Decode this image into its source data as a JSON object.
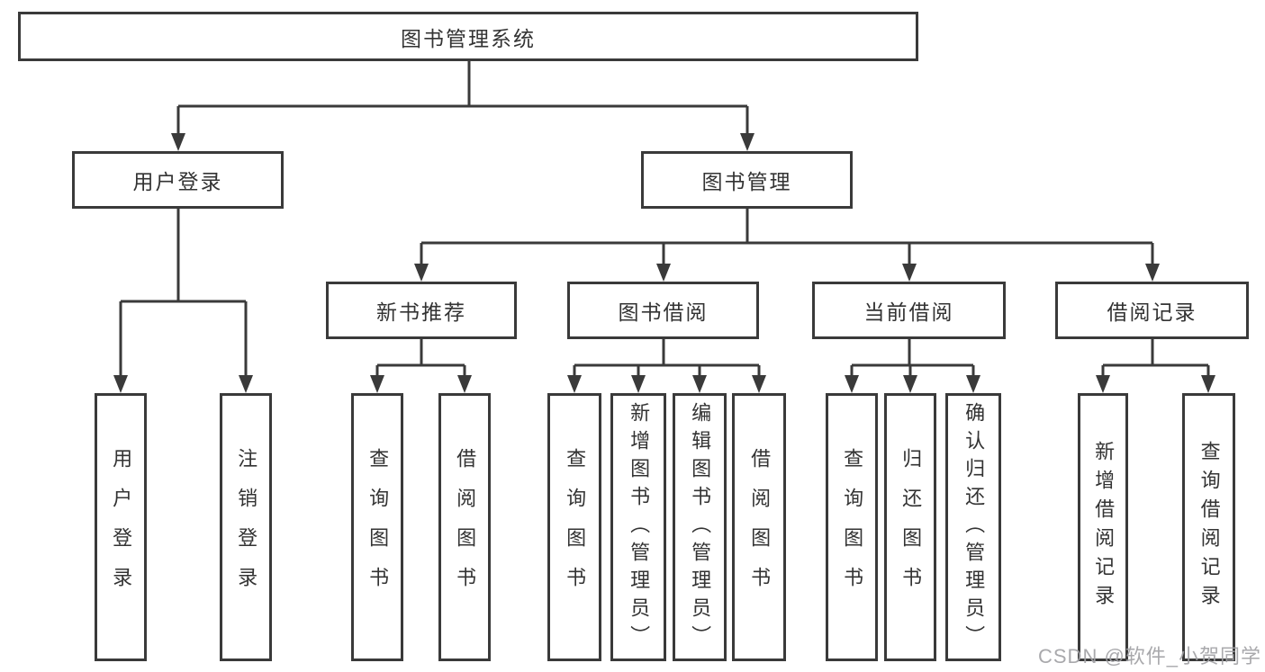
{
  "diagram": {
    "root": {
      "label": "图书管理系统"
    },
    "branches": [
      {
        "label": "用户登录",
        "children": [
          {
            "label": "用户登录"
          },
          {
            "label": "注销登录"
          }
        ]
      },
      {
        "label": "图书管理",
        "children": [
          {
            "label": "新书推荐",
            "children": [
              {
                "label": "查询图书"
              },
              {
                "label": "借阅图书"
              }
            ]
          },
          {
            "label": "图书借阅",
            "children": [
              {
                "label": "查询图书"
              },
              {
                "label": "新增图书（管理员）"
              },
              {
                "label": "编辑图书（管理员）"
              },
              {
                "label": "借阅图书"
              }
            ]
          },
          {
            "label": "当前借阅",
            "children": [
              {
                "label": "查询图书"
              },
              {
                "label": "归还图书"
              },
              {
                "label": "确认归还（管理员）"
              }
            ]
          },
          {
            "label": "借阅记录",
            "children": [
              {
                "label": "新增借阅记录"
              },
              {
                "label": "查询借阅记录"
              }
            ]
          }
        ]
      }
    ],
    "watermark": "CSDN @软件_小贺同学",
    "colors": {
      "line": "#3a3a3a",
      "text": "#333333",
      "watermark": "#a2a2a6",
      "background": "#ffffff"
    }
  }
}
